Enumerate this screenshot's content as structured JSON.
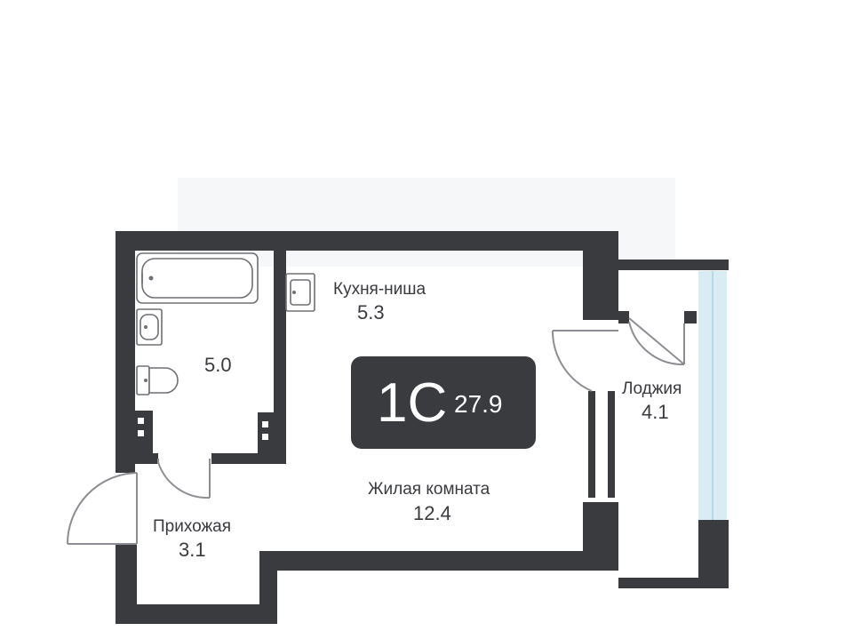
{
  "colors": {
    "wall": "#3a3b3f",
    "text": "#3a3b3f",
    "badge_bg": "#3a3b3f",
    "badge_text": "#ffffff",
    "glazing": "#d8ecf4",
    "ghost_bg": "#f6f7f9"
  },
  "badge": {
    "type": "1С",
    "total_area": "27.9"
  },
  "rooms": [
    {
      "id": "kitchen",
      "label": "Кухня-ниша",
      "area": "5.3"
    },
    {
      "id": "bathroom",
      "label": "",
      "area": "5.0"
    },
    {
      "id": "living",
      "label": "Жилая комната",
      "area": "12.4"
    },
    {
      "id": "hallway",
      "label": "Прихожая",
      "area": "3.1"
    },
    {
      "id": "loggia",
      "label": "Лоджия",
      "area": "4.1"
    }
  ]
}
